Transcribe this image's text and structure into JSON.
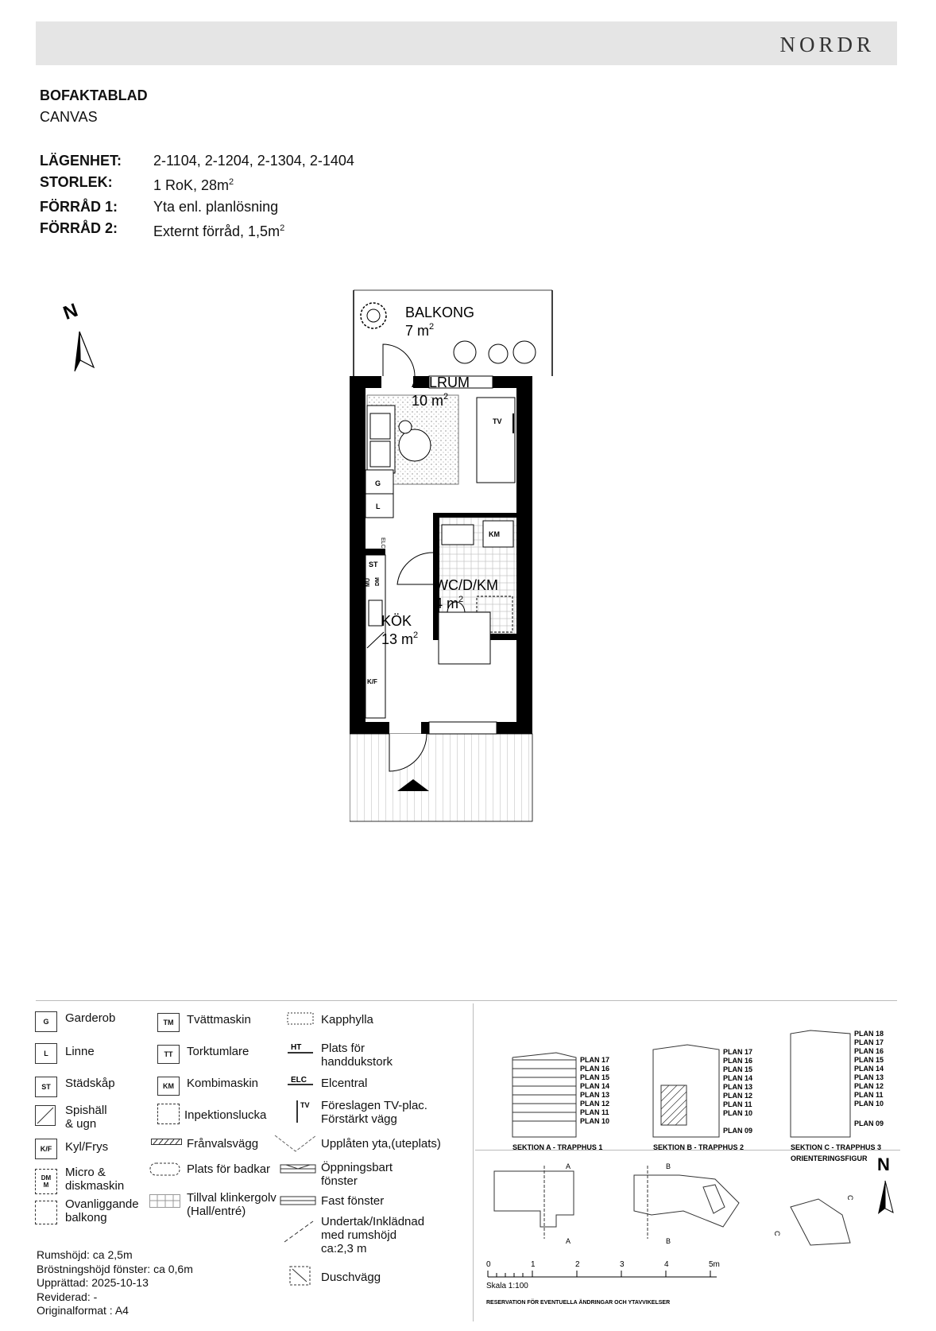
{
  "header": {
    "logo": "NORDR"
  },
  "doc": {
    "title": "BOFAKTABLAD",
    "subtitle": "CANVAS"
  },
  "info": [
    {
      "label": "LÄGENHET:",
      "value": "2-1104, 2-1204, 2-1304, 2-1404",
      "sup": ""
    },
    {
      "label": "STORLEK:",
      "value": "1 RoK, 28m",
      "sup": "2"
    },
    {
      "label": "FÖRRÅD 1:",
      "value": "Yta enl. planlösning",
      "sup": ""
    },
    {
      "label": "FÖRRÅD 2:",
      "value": "Externt förråd, 1,5m",
      "sup": "2"
    }
  ],
  "compass": {
    "letter": "N"
  },
  "plan": {
    "rooms": [
      {
        "name": "BALKONG",
        "area": "7 m",
        "sup": "2"
      },
      {
        "name": "ALLRUM",
        "area": "10 m",
        "sup": "2"
      },
      {
        "name": "WC/D/KM",
        "area": "4 m",
        "sup": "2"
      },
      {
        "name": "KÖK",
        "area": "13 m",
        "sup": "2"
      }
    ],
    "codes": {
      "g": "G",
      "l": "L",
      "st": "ST",
      "mu": "MU",
      "dm": "DM",
      "kf": "K/F",
      "km": "KM",
      "tv": "TV",
      "elc": "ELC"
    }
  },
  "legend": {
    "col1": [
      {
        "code": "G",
        "label": "Garderob"
      },
      {
        "code": "L",
        "label": "Linne"
      },
      {
        "code": "ST",
        "label": "Städskåp"
      },
      {
        "code": "",
        "label": "Spishäll\n& ugn"
      },
      {
        "code": "K/F",
        "label": "Kyl/Frys"
      },
      {
        "code": "DM\nM",
        "label": "Micro &\ndiskmaskin"
      },
      {
        "code": "",
        "label": "Ovanliggande\nbalkong"
      }
    ],
    "col2": [
      {
        "code": "TM",
        "label": "Tvättmaskin"
      },
      {
        "code": "TT",
        "label": "Torktumlare"
      },
      {
        "code": "KM",
        "label": "Kombimaskin"
      },
      {
        "code": "",
        "label": "Inpektionslucka"
      },
      {
        "code": "",
        "label": "Frånvalsvägg"
      },
      {
        "code": "",
        "label": "Plats för badkar"
      },
      {
        "code": "",
        "label": "Tillval klinkergolv\n(Hall/entré)"
      }
    ],
    "col3": [
      {
        "code": "",
        "label": "Kapphylla"
      },
      {
        "code": "HT",
        "label": "Plats för\nhanddukstork"
      },
      {
        "code": "ELC",
        "label": "Elcentral"
      },
      {
        "code": "TV",
        "label": "Föreslagen TV-plac.\nFörstärkt vägg"
      },
      {
        "code": "",
        "label": "Upplåten yta,(uteplats)"
      },
      {
        "code": "",
        "label": "Öppningsbart\nfönster"
      },
      {
        "code": "",
        "label": "Fast fönster"
      },
      {
        "code": "",
        "label": "Undertak/Inklädnad\nmed rumshöjd\nca:2,3 m"
      },
      {
        "code": "",
        "label": "Duschvägg"
      }
    ]
  },
  "footnote": [
    "Rumshöjd: ca 2,5m",
    "Bröstningshöjd fönster: ca 0,6m",
    "Upprättad: 2025-10-13",
    "Reviderad: -",
    "Originalformat : A4"
  ],
  "sections": {
    "a": {
      "caption": "SEKTION  A - TRAPPHUS 1",
      "plans": [
        "PLAN 17",
        "PLAN 16",
        "PLAN 15",
        "PLAN 14",
        "PLAN 13",
        "PLAN 12",
        "PLAN 11",
        "PLAN 10"
      ]
    },
    "b": {
      "caption": "SEKTION B - TRAPPHUS 2",
      "plans": [
        "PLAN 17",
        "PLAN 16",
        "PLAN 15",
        "PLAN 14",
        "PLAN 13",
        "PLAN 12",
        "PLAN 11",
        "PLAN 10"
      ],
      "bottom": "PLAN 09"
    },
    "c": {
      "caption": "SEKTION C - TRAPPHUS 3",
      "plans": [
        "PLAN 18",
        "PLAN 17",
        "PLAN 16",
        "PLAN 15",
        "PLAN 14",
        "PLAN 13",
        "PLAN 12",
        "PLAN 11",
        "PLAN 10"
      ],
      "bottom": "PLAN 09"
    },
    "orient": "ORIENTERINGSFIGUR",
    "markers": {
      "a": "A",
      "b": "B",
      "c": "C"
    }
  },
  "scale": {
    "ticks": [
      "0",
      "1",
      "2",
      "3",
      "4",
      "5m"
    ],
    "label": "Skala 1:100",
    "reservation": "RESERVATION FÖR EVENTUELLA ÄNDRINGAR OCH YTAVVIKELSER"
  }
}
